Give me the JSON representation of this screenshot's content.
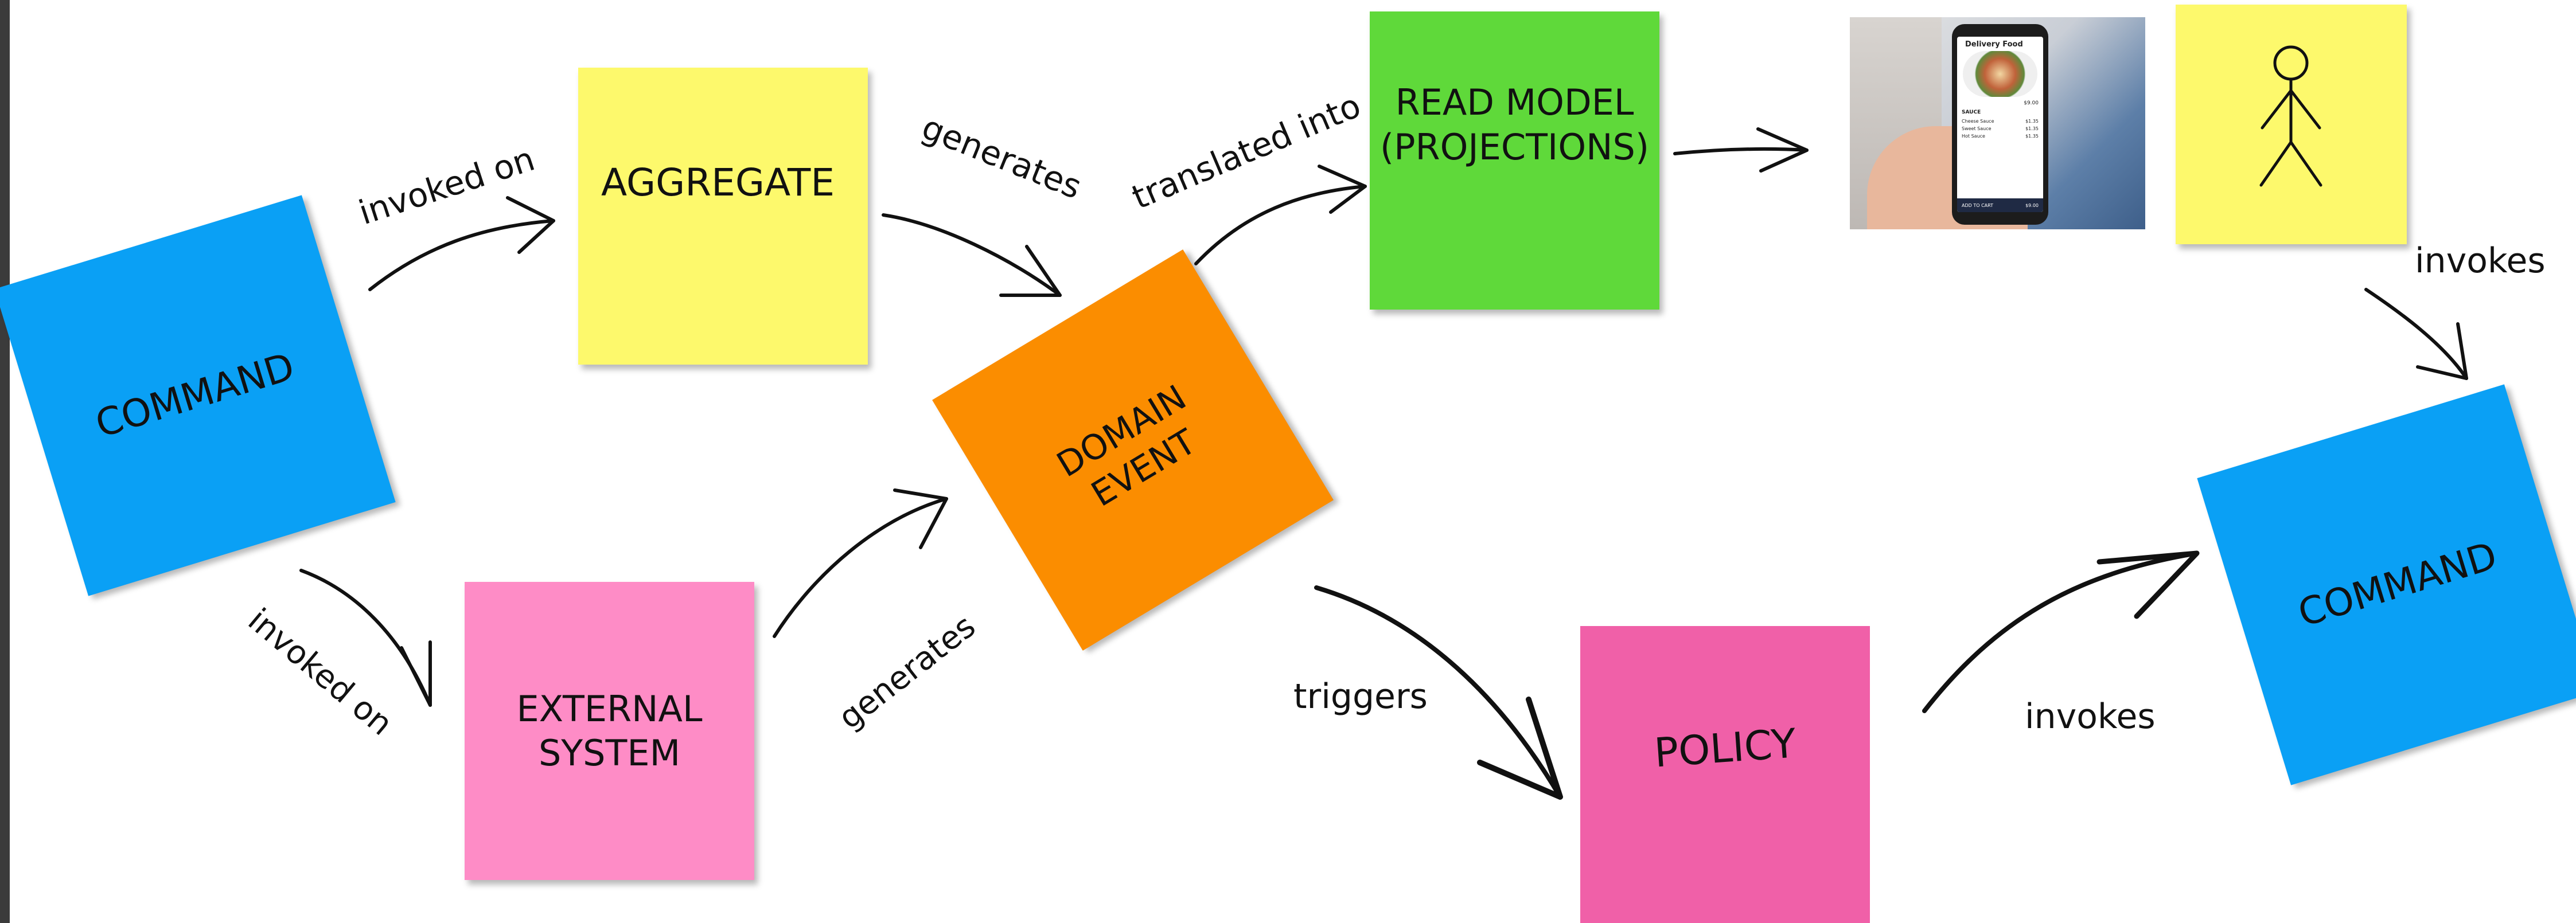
{
  "stickies": {
    "command_left": "COMMAND",
    "aggregate": "AGGREGATE",
    "domain_event_line1": "DOMAIN",
    "domain_event_line2": "EVENT",
    "read_model_line1": "READ MODEL",
    "read_model_line2": "(PROJECTIONS)",
    "external_system_line1": "EXTERNAL",
    "external_system_line2": "SYSTEM",
    "policy": "POLICY",
    "command_right": "COMMAND"
  },
  "labels": {
    "invoked_on_top": "invoked on",
    "generates_top": "generates",
    "translated_into": "translated into",
    "invokes_actor": "invokes",
    "invoked_on_bottom": "invoked on",
    "generates_bottom": "generates",
    "triggers": "triggers",
    "invokes_policy": "invokes"
  },
  "phone_ui": {
    "title": "Delivery Food",
    "section": "SAUCE",
    "items": [
      {
        "name": "Cheese Sauce",
        "price": "$1.35"
      },
      {
        "name": "Sweet Sauce",
        "price": "$1.35"
      },
      {
        "name": "Hot Sauce",
        "price": "$1.35"
      }
    ],
    "price": "$9.00",
    "cart_button": "ADD TO CART",
    "total": "$9.00"
  },
  "colors": {
    "command": "#0aa0f5",
    "aggregate": "#fdf96c",
    "domain_event": "#fb8d00",
    "read_model": "#5fd93a",
    "external_system": "#fe8cc6",
    "policy": "#f060a8",
    "actor": "#fdf96c"
  }
}
